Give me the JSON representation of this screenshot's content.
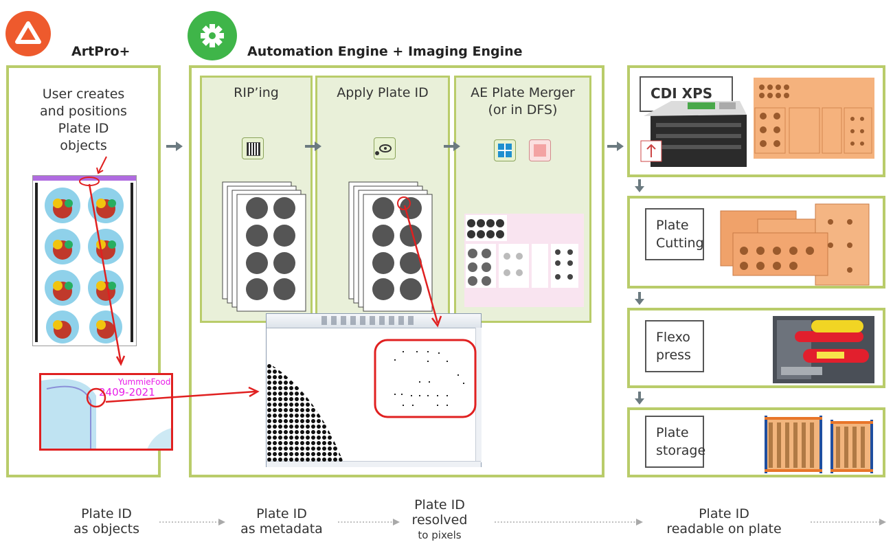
{
  "artpro": {
    "title": "ArtPro+",
    "text_lines": [
      "User creates",
      "and positions",
      "Plate ID",
      "objects"
    ],
    "zoom_brand": "YummieFoods",
    "zoom_date": "2409-2021"
  },
  "automation": {
    "title": "Automation Engine + Imaging Engine",
    "stages": [
      {
        "label_lines": [
          "RIP’ing"
        ]
      },
      {
        "label_lines": [
          "Apply Plate ID"
        ]
      },
      {
        "label_lines": [
          "AE Plate Merger",
          "(or in DFS)"
        ]
      }
    ]
  },
  "processes": [
    {
      "label_lines": [
        "CDI XPS"
      ]
    },
    {
      "label_lines": [
        "Plate",
        "Cutting"
      ]
    },
    {
      "label_lines": [
        "Flexo",
        "press"
      ]
    },
    {
      "label_lines": [
        "Plate",
        "storage"
      ]
    }
  ],
  "timeline": [
    {
      "lines": [
        "Plate ID",
        "as objects"
      ]
    },
    {
      "lines": [
        "Plate ID",
        "as metadata"
      ]
    },
    {
      "lines": [
        "Plate ID",
        "resolved",
        "to pixels"
      ]
    },
    {
      "lines": [
        "Plate ID",
        "readable on plate"
      ]
    }
  ],
  "colors": {
    "artpro_orange": "#ee5a2d",
    "ae_green": "#3fb549",
    "frame_green": "#b9cc6a",
    "stage_fill": "#e9f0d9",
    "highlight_red": "#e02020",
    "plate_copper": "#f0a26a",
    "zoom_text_magenta": "#e81ee8"
  }
}
